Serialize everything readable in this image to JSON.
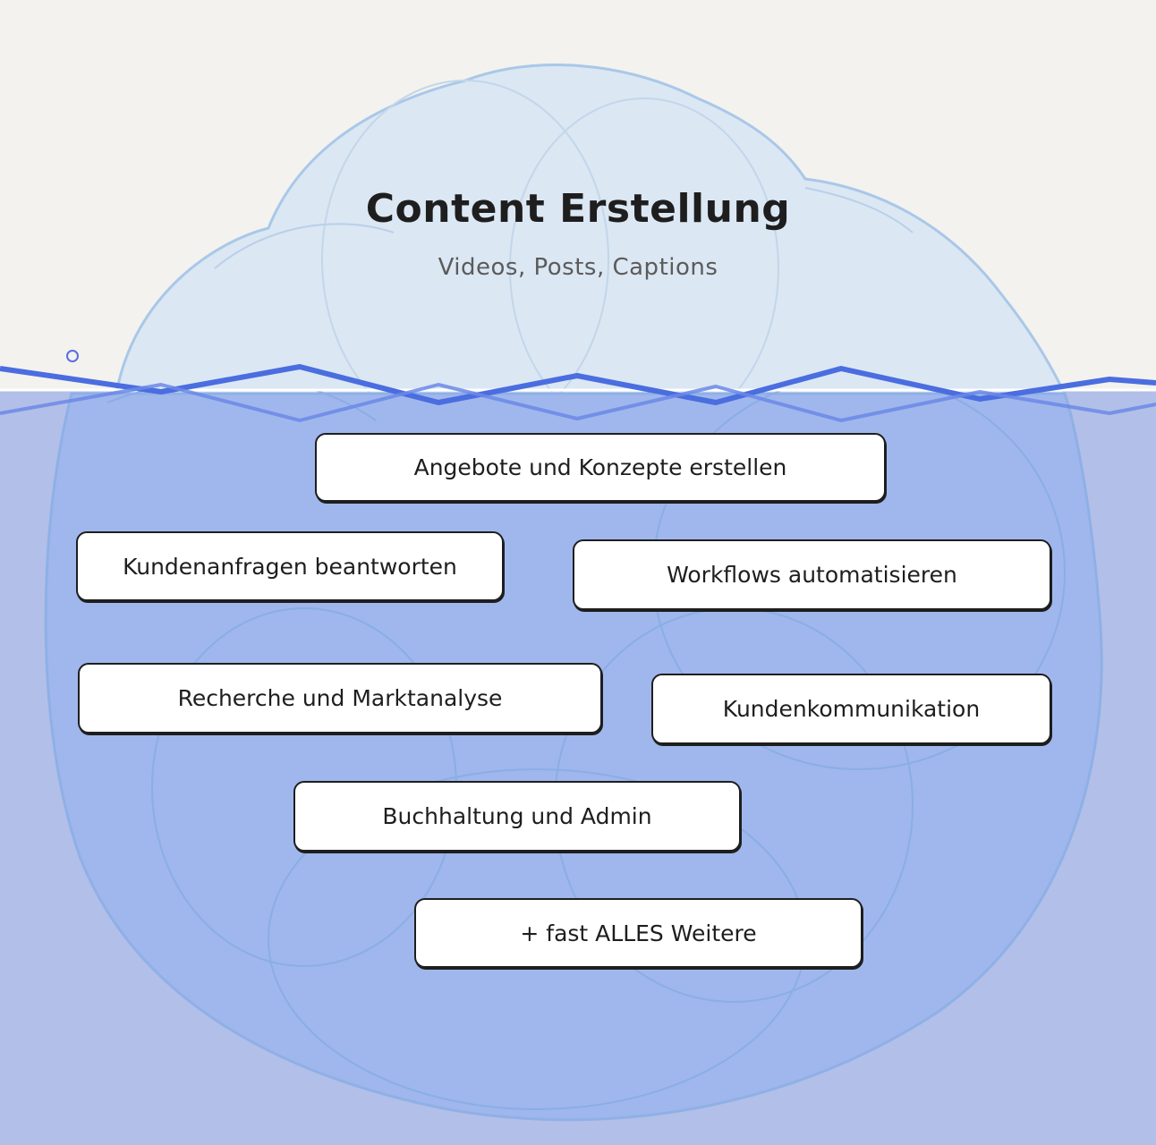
{
  "colors": {
    "sky": "#f3f2ee",
    "water": "#b2bfe8",
    "ice_above": "#dbe7f3",
    "ice_below": "#9fb7ec",
    "ice_outline": "#a9c8e8",
    "wave": "#4a6de0",
    "box_fill": "#ffffff",
    "box_stroke": "#1e1e1e"
  },
  "tip": {
    "title": "Content Erstellung",
    "subtitle": "Videos, Posts, Captions"
  },
  "items": [
    {
      "label": "Angebote und Konzepte erstellen"
    },
    {
      "label": "Kundenanfragen beantworten"
    },
    {
      "label": "Workflows automatisieren"
    },
    {
      "label": "Recherche und Marktanalyse"
    },
    {
      "label": "Kundenkommunikation"
    },
    {
      "label": "Buchhaltung und Admin"
    },
    {
      "label": "+ fast ALLES Weitere"
    }
  ]
}
